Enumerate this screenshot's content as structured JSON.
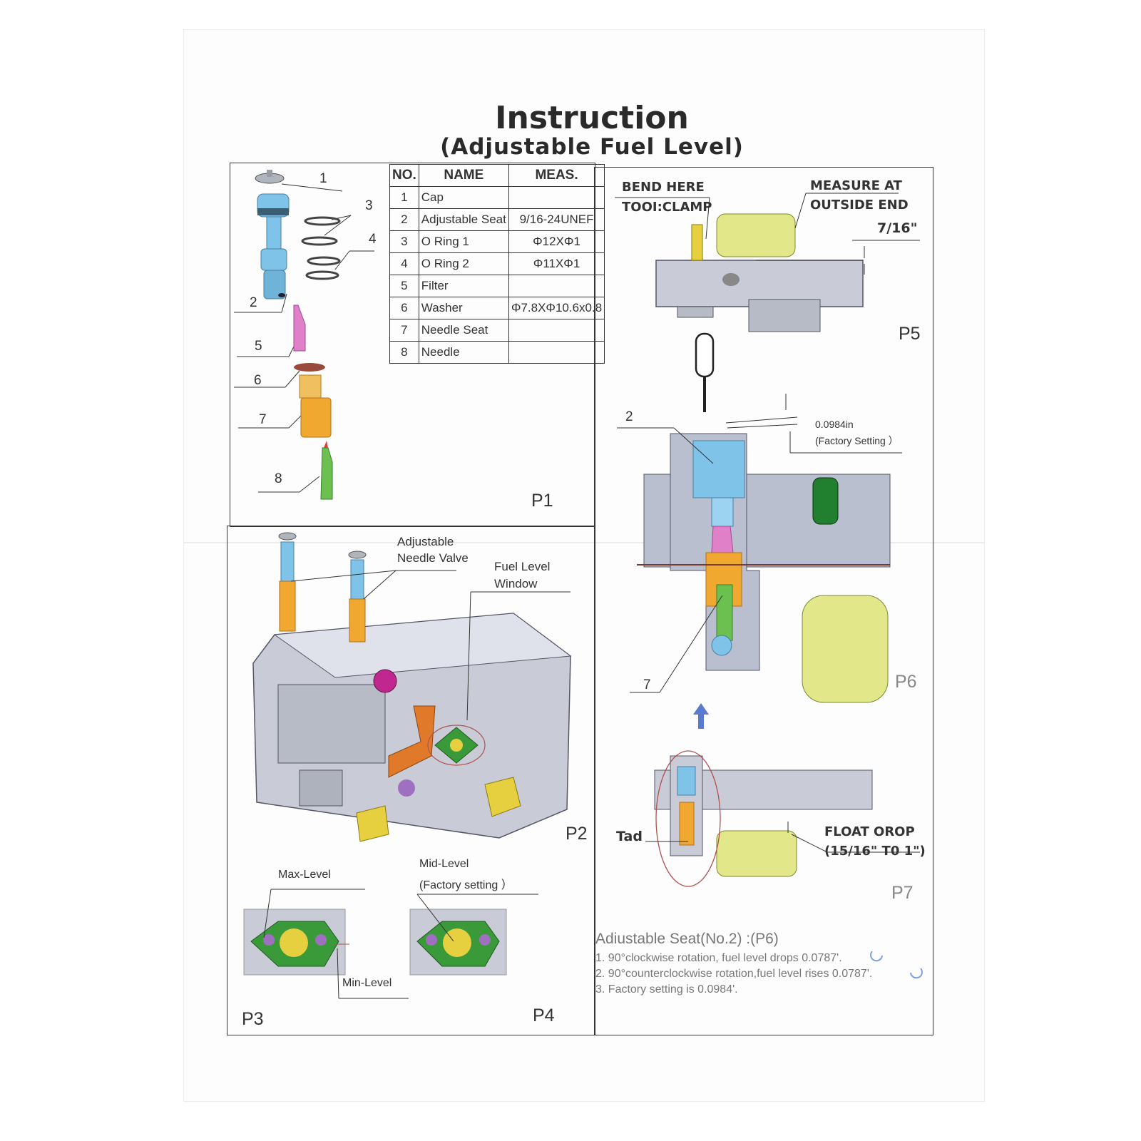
{
  "title": "Instruction",
  "subtitle": "(Adjustable Fuel Level)",
  "parts_table": {
    "headers": [
      "NO.",
      "NAME",
      "MEAS."
    ],
    "rows": [
      {
        "no": "1",
        "name": "Cap",
        "meas": ""
      },
      {
        "no": "2",
        "name": "Adjustable Seat",
        "meas": "9/16-24UNEF"
      },
      {
        "no": "3",
        "name": "O Ring 1",
        "meas": "Φ12XΦ1"
      },
      {
        "no": "4",
        "name": "O Ring 2",
        "meas": "Φ11XΦ1"
      },
      {
        "no": "5",
        "name": "Filter",
        "meas": ""
      },
      {
        "no": "6",
        "name": "Washer",
        "meas": "Φ7.8XΦ10.6x0.8"
      },
      {
        "no": "7",
        "name": "Needle Seat",
        "meas": ""
      },
      {
        "no": "8",
        "name": "Needle",
        "meas": ""
      }
    ]
  },
  "exploded_labels": [
    "1",
    "3",
    "4",
    "2",
    "5",
    "6",
    "7",
    "8"
  ],
  "panels": {
    "p1": "P1",
    "p2": "P2",
    "p3": "P3",
    "p4": "P4",
    "p5": "P5",
    "p6": "P6",
    "p7": "P7"
  },
  "p2_callouts": {
    "needle_valve_line1": "Adjustable",
    "needle_valve_line2": "Needle Valve",
    "window_line1": "Fuel Level",
    "window_line2": "Window"
  },
  "p3_callouts": {
    "max": "Max-Level",
    "min": "Min-Level"
  },
  "p4_callouts": {
    "mid_line1": "Mid-Level",
    "mid_line2": "(Factory setting ）"
  },
  "p5_callouts": {
    "bend_line1": "BEND HERE",
    "bend_line2": "TOOI:CLAMP",
    "measure_line1": "MEASURE AT",
    "measure_line2": "OUTSIDE END",
    "dimension": "7/16\""
  },
  "p6_callouts": {
    "part2": "2",
    "part7": "7",
    "gap_value": "0.0984in",
    "gap_note": "(Factory Setting ）"
  },
  "p7_callouts": {
    "tad": "Tad",
    "float_line1": "FLOAT OROP",
    "float_line2": "(15/16\"  T0 1\")"
  },
  "notes": {
    "heading": "Adiustable Seat(No.2) :(P6)",
    "lines": [
      "1. 90°clockwise rotation, fuel level drops 0.0787'.",
      "2. 90°counterclockwise rotation,fuel level rises 0.0787'.",
      "3. Factory setting is 0.0984'."
    ]
  },
  "colors": {
    "seat_blue": "#7fc3e8",
    "filter_pink": "#e080c8",
    "washer_brown": "#9a4a3a",
    "needle_seat_orange": "#f0a830",
    "needle_green": "#6cc050",
    "float_yellow": "#e2e88a",
    "body_gray": "#c9ccd6",
    "window_green": "#3a9a3a"
  },
  "icons": [
    "screwdriver-icon",
    "rotate-cw-icon",
    "rotate-ccw-icon",
    "arrow-up-icon"
  ]
}
